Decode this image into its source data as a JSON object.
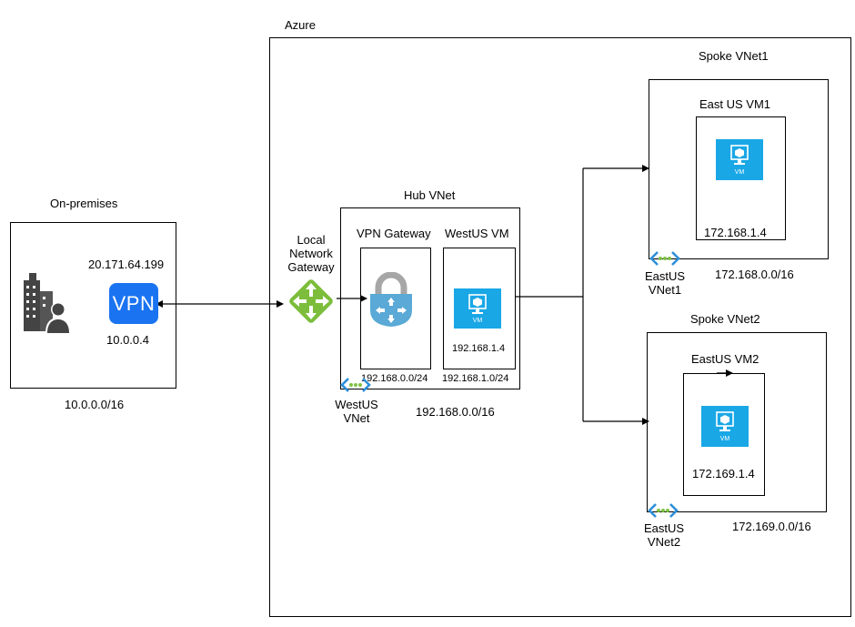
{
  "azure": {
    "label": "Azure"
  },
  "onprem": {
    "label": "On-premises",
    "public_ip": "20.171.64.199",
    "vpn_text": "VPN",
    "private_ip": "10.0.0.4",
    "cidr": "10.0.0.0/16"
  },
  "local_gateway": {
    "label_line1": "Local",
    "label_line2": "Network",
    "label_line3": "Gateway"
  },
  "hub": {
    "label": "Hub VNet",
    "vpn_gateway": {
      "label": "VPN Gateway",
      "subnet": "192.168.0.0/24"
    },
    "westus_vm": {
      "label": "WestUS VM",
      "ip": "192.168.1.4",
      "subnet": "192.168.1.0/24",
      "vm_badge": "VM"
    },
    "vnet_line1": "WestUS",
    "vnet_line2": "VNet",
    "cidr": "192.168.0.0/16"
  },
  "spoke1": {
    "label": "Spoke VNet1",
    "vm_label": "East US VM1",
    "vm_ip": "172.168.1.4",
    "vm_badge": "VM",
    "vnet_line1": "EastUS",
    "vnet_line2": "VNet1",
    "cidr": "172.168.0.0/16"
  },
  "spoke2": {
    "label": "Spoke VNet2",
    "vm_label": "EastUS VM2",
    "vm_ip": "172.169.1.4",
    "vm_badge": "VM",
    "vnet_line1": "EastUS",
    "vnet_line2": "VNet2",
    "cidr": "172.169.0.0/16"
  },
  "colors": {
    "vpn_blue": "#1a73f0",
    "vm_cyan": "#1aa7e6",
    "gateway_green": "#7cbd3b",
    "vnet_blue": "#2d8fd8",
    "vnet_green": "#7ec242",
    "lock_gray": "#a6a6a6",
    "shield_blue": "#5aa9d6"
  },
  "icons": {
    "building": "building-user-icon",
    "local_gateway": "local-network-gateway-icon",
    "vpn_gateway": "vpn-gateway-icon",
    "vm": "virtual-machine-icon",
    "vnet": "virtual-network-icon"
  }
}
